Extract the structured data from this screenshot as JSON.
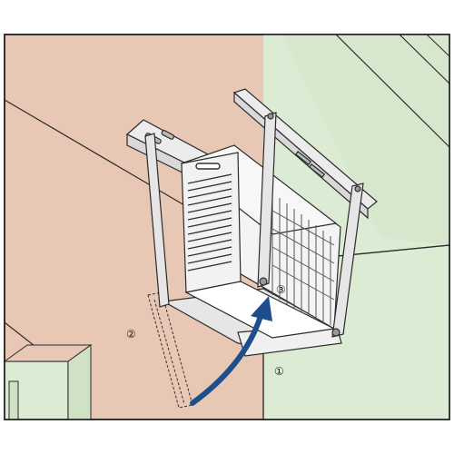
{
  "callouts": [
    {
      "id": "1",
      "text": "①"
    },
    {
      "id": "2",
      "text": "②"
    },
    {
      "id": "3",
      "text": "③"
    }
  ],
  "colors": {
    "ceiling": "#e9c7b5",
    "wall_green": "#dcebd3",
    "outline": "#2b2b2b",
    "metal": "#e6e6e6",
    "unit": "#f4f4f4",
    "arrow": "#1f4e8c"
  }
}
